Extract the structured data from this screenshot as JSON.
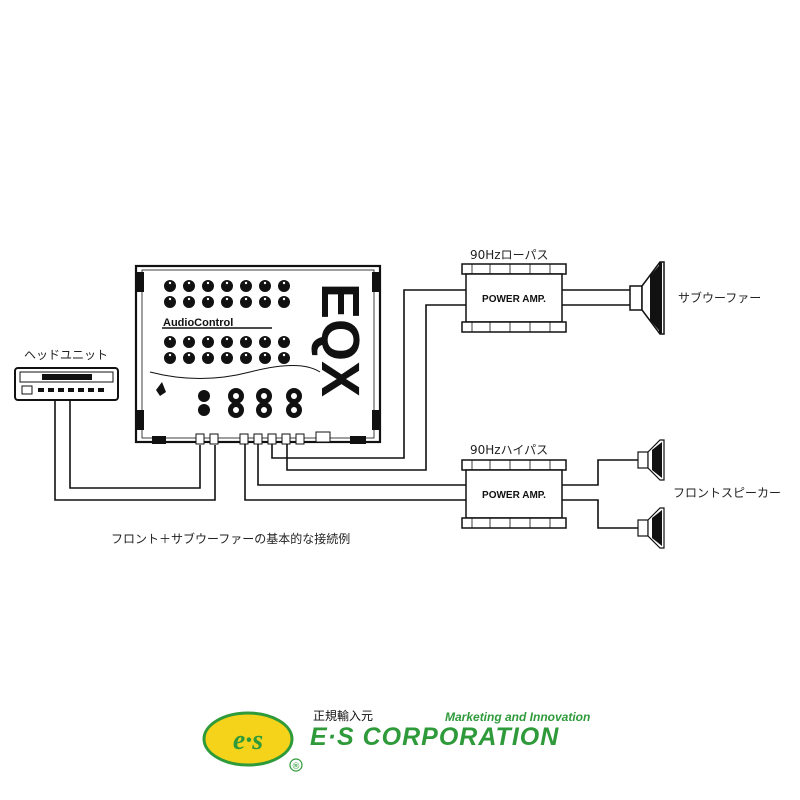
{
  "device": {
    "brand_text": "AudioControl",
    "model_text": "EQX"
  },
  "head_unit": {
    "label": "ヘッドユニット"
  },
  "low_pass": {
    "label": "90Hzローパス",
    "amp_label": "POWER AMP."
  },
  "subwoofer": {
    "label": "サブウーファー"
  },
  "high_pass": {
    "label": "90Hzハイパス",
    "amp_label": "POWER AMP."
  },
  "front_speakers": {
    "label": "フロントスピーカー"
  },
  "caption": "フロント＋サブウーファーの基本的な接続例",
  "footer": {
    "import_label": "正規輸入元",
    "tagline": "Marketing and Innovation",
    "company": "E·S CORPORATION",
    "logo_text": "e·s",
    "registered": "®"
  },
  "colors": {
    "brand_green": "#2e9a3a",
    "logo_yellow": "#f5d31a",
    "line": "#111111"
  }
}
